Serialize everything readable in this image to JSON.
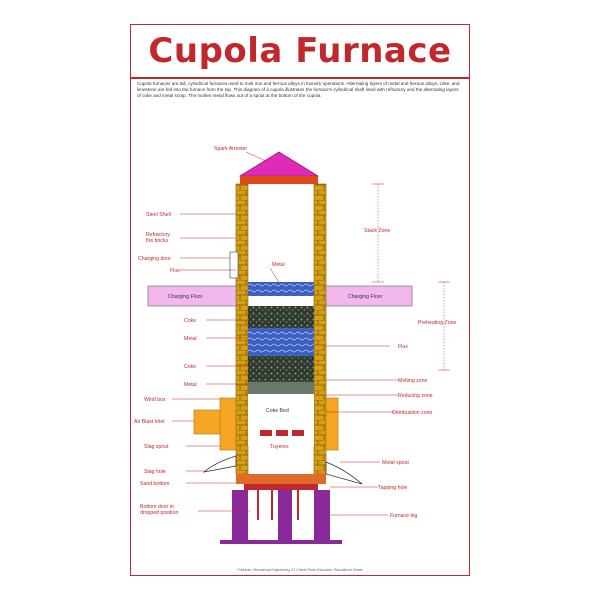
{
  "poster": {
    "title": "Cupola Furnace",
    "intro": "Cupola furnaces are tall, cylindrical furnaces used to melt iron and ferrous alloys in foundry operations. Alternating layers of metal and ferrous alloys, coke, and limestone are fed into the furnace from the top. This diagram of a cupola illustrates the furnace's cylindrical shaft lined with refractory and the alternating layers of coke and metal scrap. The molten metal flows out of a spout at the bottom of the cupola.",
    "footer": "Publisher: Mechanical Engineering, IIT Charts Photo Education, Educational Charts"
  },
  "labels": {
    "spark_arrester": "Spark Arrester",
    "steel_shell": "Steel Shell",
    "refractory": "Refractory\nfire bricks",
    "charging_door": "Charging door",
    "flux": "Flux",
    "metal_top": "Metal",
    "charging_floor": "Charging Floor",
    "coke1": "Coke",
    "metal2": "Metal",
    "coke2": "Coke",
    "metal3": "Metal",
    "wind_box": "Wind box",
    "air_blast": "Air Blast Inlet",
    "coke_bed": "Coke Bed",
    "tuyeres": "Tuyeres",
    "slag_spout": "Slag spout",
    "slag_hole": "Slag hole",
    "sand_bottom": "Sand bottom",
    "bottom_door": "Bottom door in\ndropped position",
    "stack_zone": "Stack Zone",
    "preheating_zone": "Preheating Zone",
    "flux_right": "Flux",
    "melting_zone": "Melting zone",
    "reducing_zone": "Reducing zone",
    "combustion_zone": "Combustion zone",
    "metal_spout": "Metal spout",
    "tapping_hole": "Tapping hole",
    "furnace_leg": "Furnace leg"
  },
  "colors": {
    "accent": "#c0282d",
    "brick": "#d4a017",
    "cap": "#e02ab8",
    "charging_floor": "#f2b8ee",
    "leg": "#8a2a9a",
    "wind_box": "#f5a623",
    "coke": "#3a4a3a",
    "metal": "#4a6fd0"
  }
}
